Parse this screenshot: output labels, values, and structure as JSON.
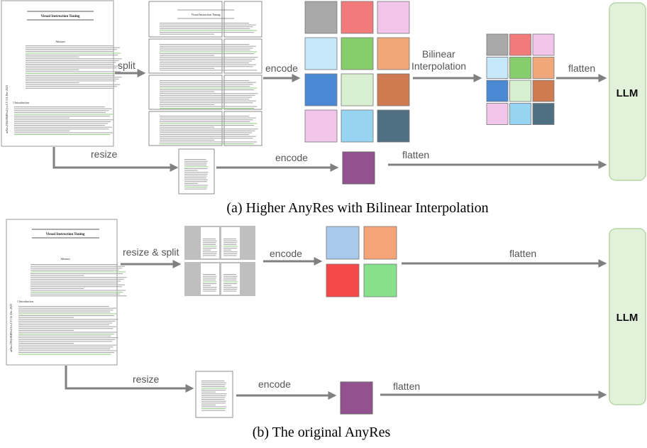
{
  "colors": {
    "arrow": "#808080",
    "llm_fill": "#e2f1d9",
    "llm_stroke": "#b7d5a6",
    "grey": "#a9a9a9",
    "salmon": "#f27a7a",
    "pink": "#f1c6ea",
    "light_blue": "#c6e8f8",
    "green": "#87cd6b",
    "peach": "#f0a87a",
    "blue": "#4a89d4",
    "mint": "#d8f0cf",
    "rust": "#cf7a50",
    "sky": "#97d4f2",
    "slate": "#4f6f82",
    "purple": "#93528d",
    "pale_blue": "#a8c9ec",
    "orange": "#f5a477",
    "red": "#f54848",
    "lime": "#86e08c"
  },
  "document": {
    "title": "Visual Instruction Tuning",
    "abstract_heading": "Abstract",
    "intro_heading": "1   Introduction",
    "arxiv_stamp": "arXiv:2304.08485v2 [cs.CV] 11 Dec 2023"
  },
  "panel_a": {
    "caption": "(a) Higher AnyRes with Bilinear Interpolation",
    "split_label": "split",
    "encode_label": "encode",
    "interp_label_line1": "Bilinear",
    "interp_label_line2": "Interpolation",
    "flatten_label": "flatten",
    "resize_label": "resize",
    "encode_label_bottom": "encode",
    "flatten_label_bottom": "flatten",
    "llm_label": "LLM",
    "tokens_grid": [
      [
        "grey",
        "salmon",
        "pink"
      ],
      [
        "light_blue",
        "green",
        "peach"
      ],
      [
        "blue",
        "mint",
        "rust"
      ],
      [
        "pink",
        "sky",
        "slate"
      ]
    ],
    "global_token": "purple"
  },
  "panel_b": {
    "caption": "(b) The original AnyRes",
    "split_label": "resize & split",
    "encode_label": "encode",
    "flatten_label": "flatten",
    "resize_label": "resize",
    "encode_label_bottom": "encode",
    "flatten_label_bottom": "flatten",
    "llm_label": "LLM",
    "tokens_grid": [
      [
        "pale_blue",
        "orange"
      ],
      [
        "red",
        "lime"
      ]
    ],
    "global_token": "purple"
  }
}
